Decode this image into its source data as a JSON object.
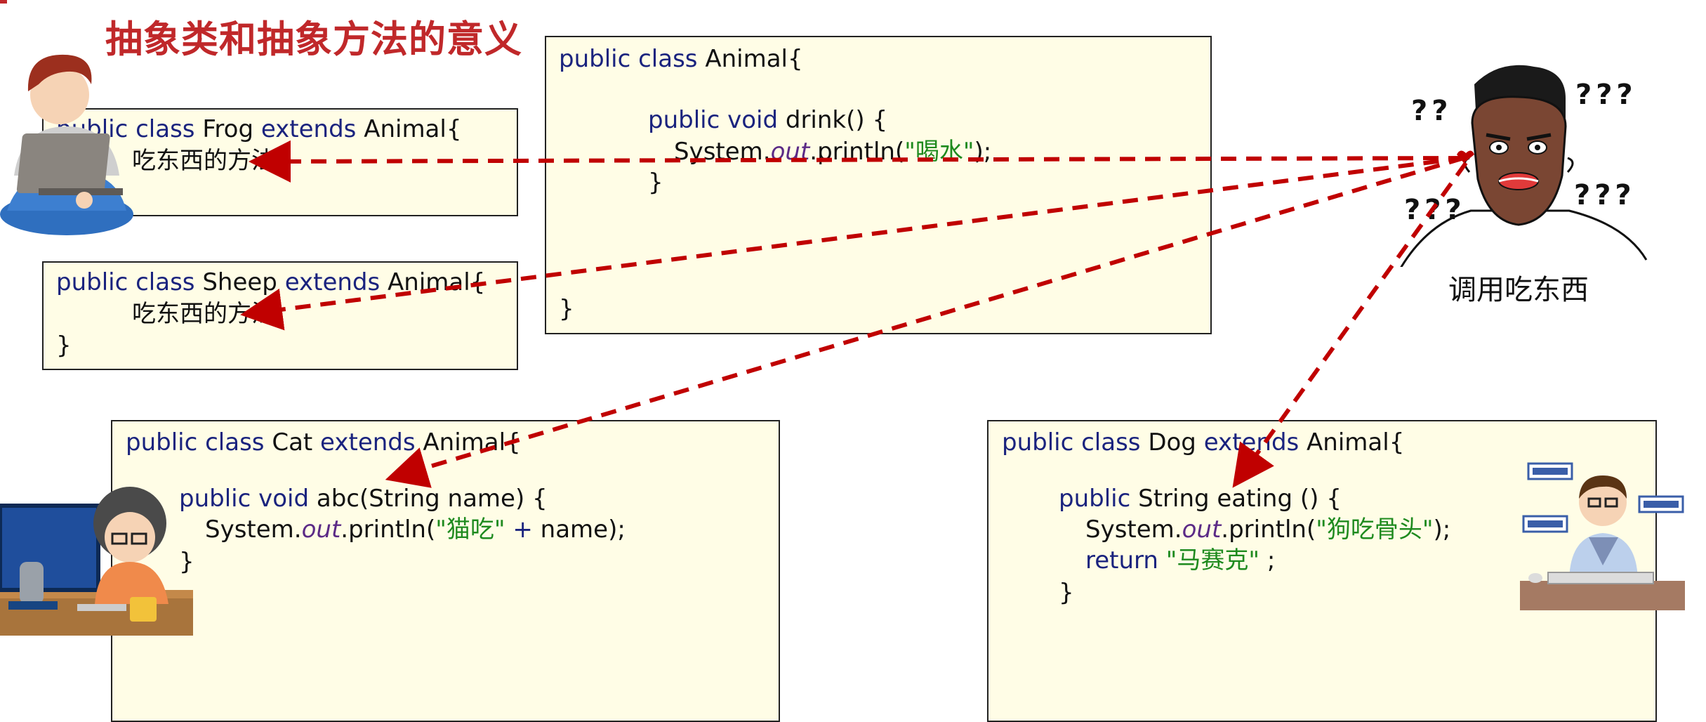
{
  "title": "抽象类和抽象方法的意义",
  "colors": {
    "accent": "#c0282a",
    "box_fill": "#fffde6",
    "keyword": "#1a237e",
    "string": "#1e8a1e",
    "field": "#5b2a86"
  },
  "animal": {
    "l1_kw": "public class ",
    "l1_name": "Animal{",
    "l2_kw": "public void ",
    "l2_rest": "drink() {",
    "l3_a": "System.",
    "l3_field": "out",
    "l3_b": ".println(",
    "l3_str": "\"喝水\"",
    "l3_c": ");",
    "l4": "}",
    "l5": "}"
  },
  "frog": {
    "l1_kw": "public class ",
    "l1_name": "Frog ",
    "l1_kw2": "extends ",
    "l1_parent": "Animal{",
    "l2": "吃东西的方法"
  },
  "sheep": {
    "l1_kw": "public class ",
    "l1_name": "Sheep ",
    "l1_kw2": "extends ",
    "l1_parent": "Animal{",
    "l2": "吃东西的方法",
    "l3": "}"
  },
  "cat": {
    "l1_kw": "public class ",
    "l1_name": "Cat ",
    "l1_kw2": "extends ",
    "l1_parent": "Animal{",
    "l2_kw": "public void ",
    "l2_rest": "abc(String name) {",
    "l3_a": "System.",
    "l3_field": "out",
    "l3_b": ".println(",
    "l3_str": "\"猫吃\"",
    "l3_plus": " + ",
    "l3_c": "name);",
    "l4": "}"
  },
  "dog": {
    "l1_kw": "public class ",
    "l1_name": "Dog ",
    "l1_kw2": "extends ",
    "l1_parent": "Animal{",
    "l2_kw": "public ",
    "l2_rest": "String eating () {",
    "l3_a": "System.",
    "l3_field": "out",
    "l3_b": ".println(",
    "l3_str": "\"狗吃骨头\"",
    "l3_c": ");",
    "l4_kw": "return ",
    "l4_str": "\"马赛克\"",
    "l4_c": " ;",
    "l5": "}"
  },
  "caller": {
    "caption": "调用吃东西",
    "qm1": "??",
    "qm2": "???",
    "qm3": "???",
    "qm4": "???",
    "icon": "confused-man-icon"
  },
  "icons": [
    "boy-with-laptop-icon",
    "programmer-at-desk-icon",
    "man-at-keyboard-icon",
    "confused-man-icon"
  ]
}
